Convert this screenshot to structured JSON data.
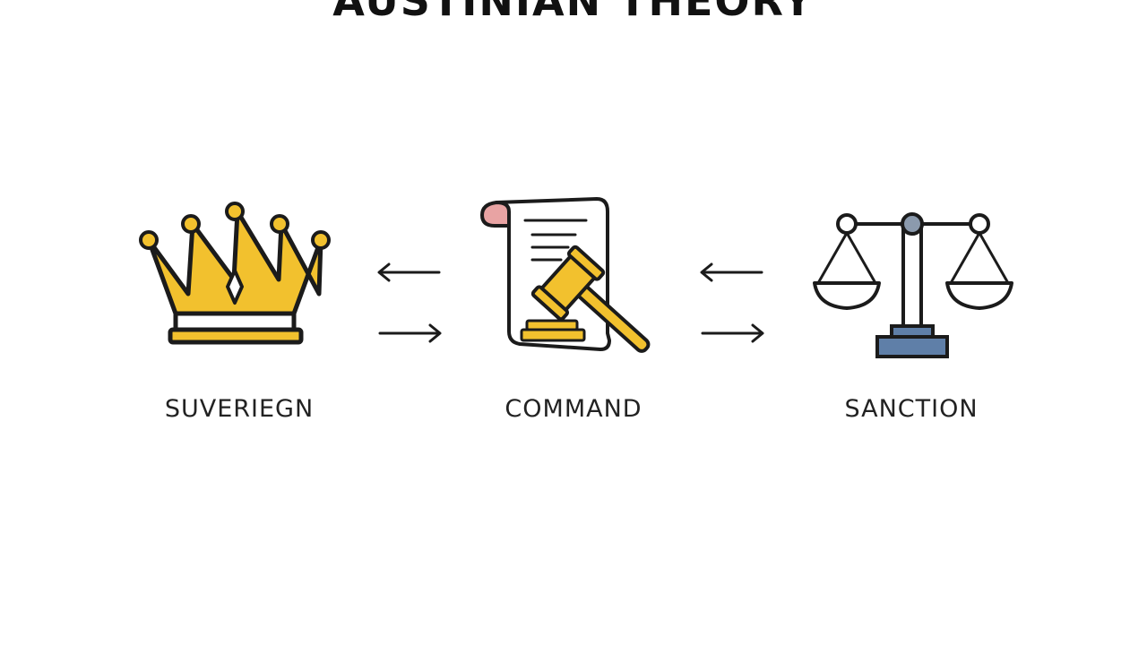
{
  "title": "AUSTINIAN THEORY",
  "nodes": [
    {
      "label": "SUVERIEGN",
      "icon": "crown-icon"
    },
    {
      "label": "COMMAND",
      "icon": "scroll-gavel-icon"
    },
    {
      "label": "SANCTION",
      "icon": "scales-icon"
    }
  ],
  "arrows": [
    {
      "from": "COMMAND",
      "to": "SUVERIEGN"
    },
    {
      "from": "SUVERIEGN",
      "to": "COMMAND"
    },
    {
      "from": "SANCTION",
      "to": "COMMAND"
    },
    {
      "from": "COMMAND",
      "to": "SANCTION"
    }
  ],
  "colors": {
    "gold": "#f2c12e",
    "outline": "#1b1b1b",
    "seal": "#e8a3a3",
    "scale_base": "#5f7fa8",
    "scale_pivot": "#8b9aad"
  }
}
